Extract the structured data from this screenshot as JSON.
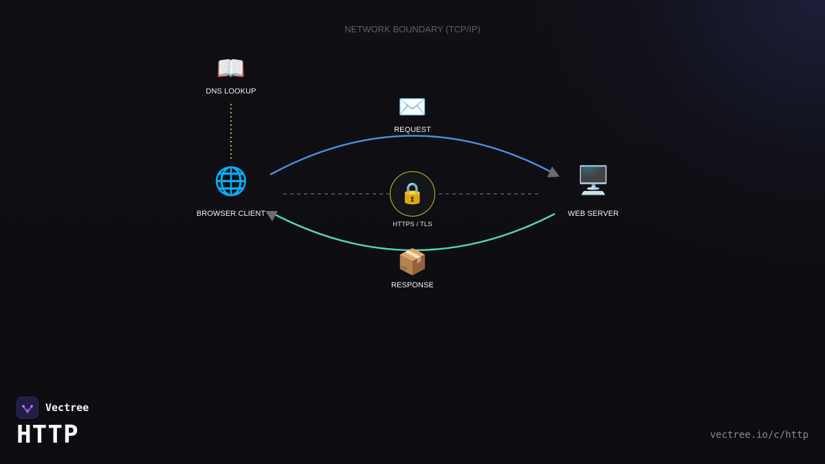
{
  "boundary_label": "NETWORK BOUNDARY (TCP/IP)",
  "nodes": {
    "dns": {
      "label": "DNS LOOKUP",
      "icon": "book-icon"
    },
    "client": {
      "label": "BROWSER CLIENT",
      "icon": "globe-icon"
    },
    "server": {
      "label": "WEB SERVER",
      "icon": "computer-monitor-icon"
    },
    "request": {
      "label": "REQUEST",
      "icon": "envelope-icon"
    },
    "response": {
      "label": "RESPONSE",
      "icon": "package-icon"
    },
    "tls": {
      "label": "HTTPS / TLS",
      "icon": "lock-icon"
    }
  },
  "colors": {
    "request_arc": "#4a8fe0",
    "response_arc": "#4fd8b4",
    "dns_link": "#e0a63a",
    "tls_ring": "#d7c21a",
    "arrowhead": "#6c6c70",
    "boundary_dash": "#4a4a4e"
  },
  "brand": {
    "name": "Vectree"
  },
  "title": "HTTP",
  "url": "vectree.io/c/http"
}
